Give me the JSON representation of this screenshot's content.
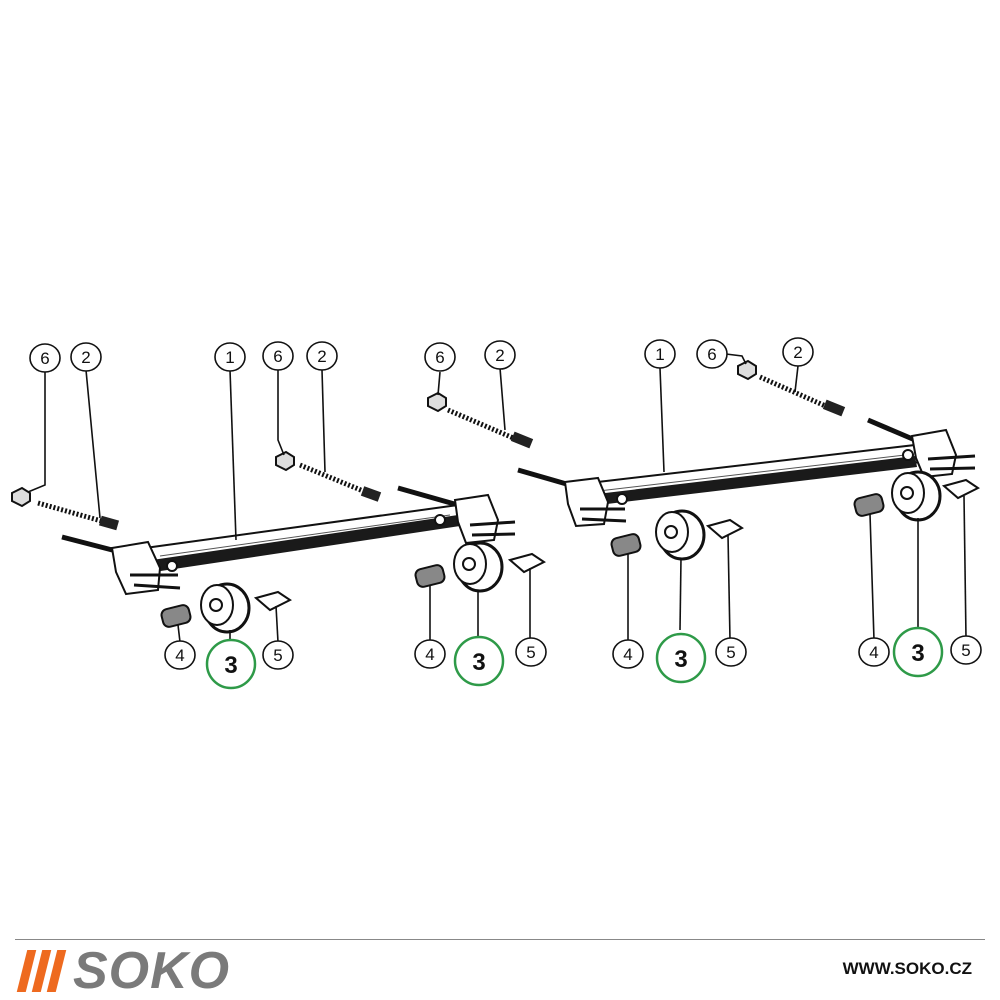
{
  "diagram": {
    "callouts": {
      "label_1": "1",
      "label_2": "2",
      "label_3": "3",
      "label_4": "4",
      "label_5": "5",
      "label_6": "6"
    },
    "highlight_color": "#2e9a48"
  },
  "footer": {
    "brand": "SOKO",
    "url": "WWW.SOKO.CZ",
    "brand_color": "#ee6a1f"
  }
}
